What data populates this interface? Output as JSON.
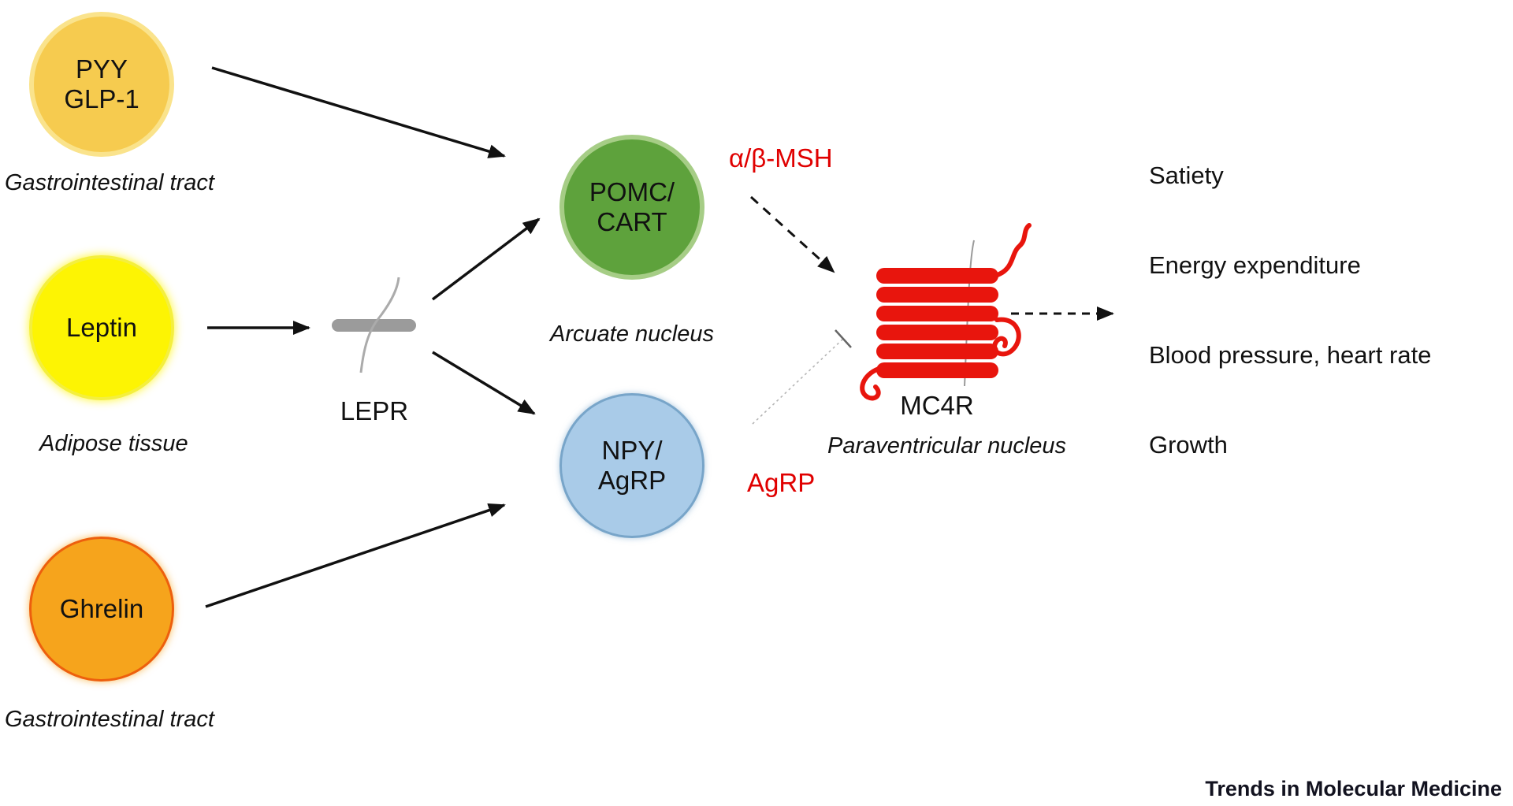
{
  "colors": {
    "pyy_fill": "#F6CB4F",
    "leptin_fill": "#FDF403",
    "ghrelin_fill": "#F6A41C",
    "pomc_fill": "#5EA23C",
    "npy_fill": "#A9CBE8",
    "lepr_gray": "#9B9B9B",
    "mc4r_red": "#E8150D",
    "signal_red": "#E00000",
    "arrow_black": "#111111"
  },
  "nodes": {
    "pyy": {
      "line1": "PYY",
      "line2": "GLP-1",
      "tissue": "Gastrointestinal tract"
    },
    "leptin": {
      "label": "Leptin",
      "tissue": "Adipose tissue"
    },
    "ghrelin": {
      "label": "Ghrelin",
      "tissue": "Gastrointestinal tract"
    },
    "pomc": {
      "line1": "POMC/",
      "line2": "CART",
      "region": "Arcuate nucleus"
    },
    "npy": {
      "line1": "NPY/",
      "line2": "AgRP"
    }
  },
  "receptors": {
    "lepr": {
      "label": "LEPR"
    },
    "mc4r": {
      "label": "MC4R",
      "region": "Paraventricular nucleus"
    }
  },
  "signals": {
    "msh": "α/β-MSH",
    "agrp": "AgRP"
  },
  "outputs": [
    "Satiety",
    "Energy expenditure",
    "Blood pressure, heart rate",
    "Growth"
  ],
  "footer": "Trends in Molecular Medicine"
}
